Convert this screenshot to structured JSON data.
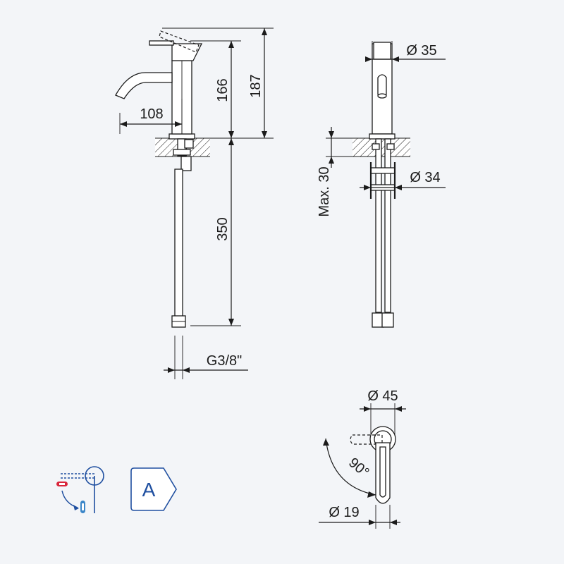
{
  "side_view": {
    "dim_spout_reach": "108",
    "dim_body_height": "166",
    "dim_total_height": "187",
    "dim_hose_length": "350",
    "dim_connection": "G3/8\""
  },
  "front_view": {
    "dim_body_diameter": "Ø 35",
    "dim_hole_diameter": "Ø 34",
    "dim_max_thickness": "Max. 30"
  },
  "top_view": {
    "dim_base_diameter": "Ø 45",
    "dim_lever_diameter": "Ø 19",
    "dim_rotation_angle": "90°"
  },
  "badges": {
    "mixing_icon": "hot-cold-lever-icon",
    "energy_class": "A",
    "accent_color": "#1f4fa0",
    "hot_color": "#d9263b",
    "cold_color": "#3a86c8"
  }
}
